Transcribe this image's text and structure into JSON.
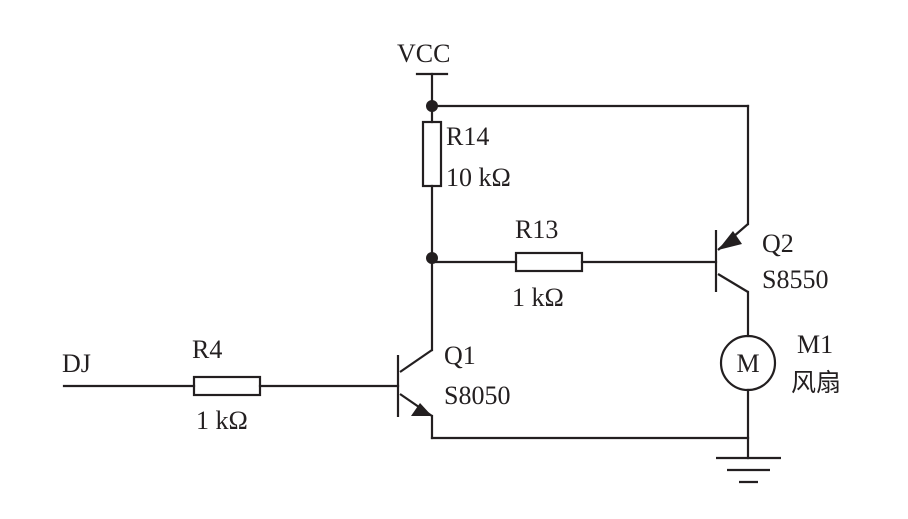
{
  "supply": {
    "label": "VCC"
  },
  "input": {
    "label": "DJ"
  },
  "resistors": {
    "r4": {
      "name": "R4",
      "value": "1 kΩ"
    },
    "r13": {
      "name": "R13",
      "value": "1 kΩ"
    },
    "r14": {
      "name": "R14",
      "value": "10 kΩ"
    }
  },
  "transistors": {
    "q1": {
      "name": "Q1",
      "model": "S8050",
      "type": "NPN"
    },
    "q2": {
      "name": "Q2",
      "model": "S8550",
      "type": "PNP"
    }
  },
  "motor": {
    "name": "M1",
    "symbol": "M",
    "description": "风扇"
  },
  "colors": {
    "line": "#231f20",
    "background": "#ffffff"
  }
}
